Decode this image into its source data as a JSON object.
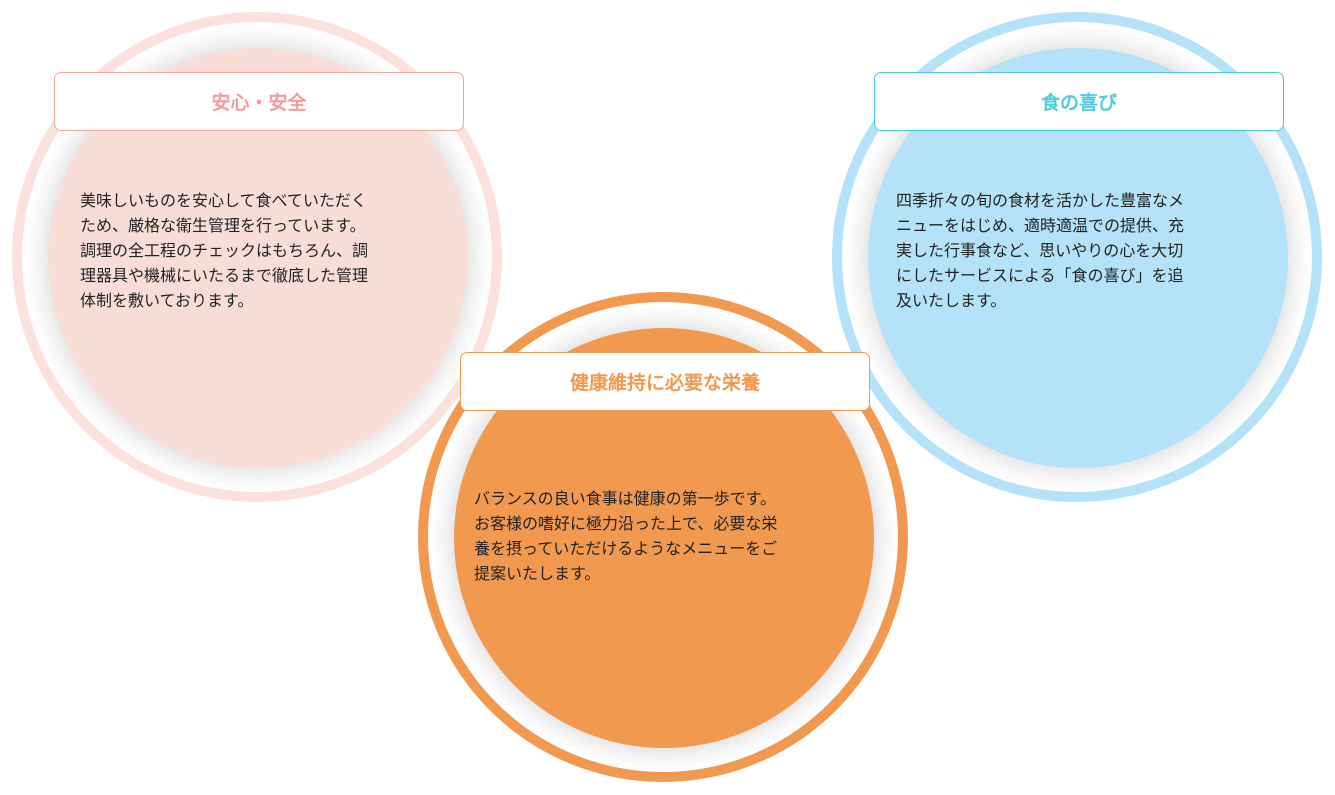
{
  "cards": [
    {
      "title": "安心・安全",
      "lines": [
        "美味しいものを安心して食べていただく",
        "ため、厳格な衛生管理を行っています。",
        "調理の全工程のチェックはもちろん、調",
        "理器具や機械にいたるまで徹底した管理",
        "体制を敷いております。"
      ],
      "color": "#f59b9b"
    },
    {
      "title": "健康維持に必要な栄養",
      "lines": [
        "バランスの良い食事は健康の第一歩です。",
        "お客様の嗜好に極力沿った上で、必要な栄",
        "養を摂っていただけるようなメニューをご",
        "提案いたします。"
      ],
      "color": "#f0994f"
    },
    {
      "title": "食の喜び",
      "lines": [
        "四季折々の旬の食材を活かした豊富なメ",
        "ニューをはじめ、適時適温での提供、充",
        "実した行事食など、思いやりの心を大切",
        "にしたサービスによる「食の喜び」を追",
        "及いたします。"
      ],
      "color": "#4ccbe0"
    }
  ]
}
